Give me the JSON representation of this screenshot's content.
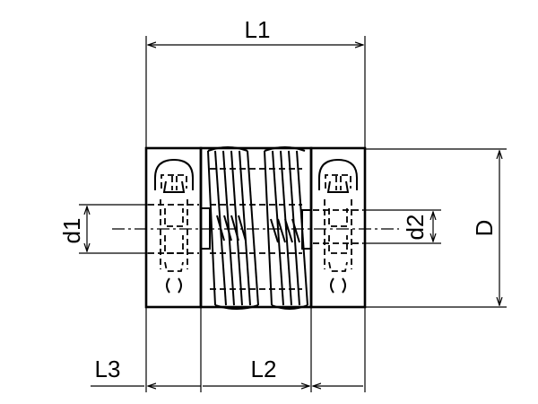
{
  "dimensions": {
    "L1": "L1",
    "L2": "L2",
    "L3": "L3",
    "D": "D",
    "d1": "d1",
    "d2": "d2"
  }
}
